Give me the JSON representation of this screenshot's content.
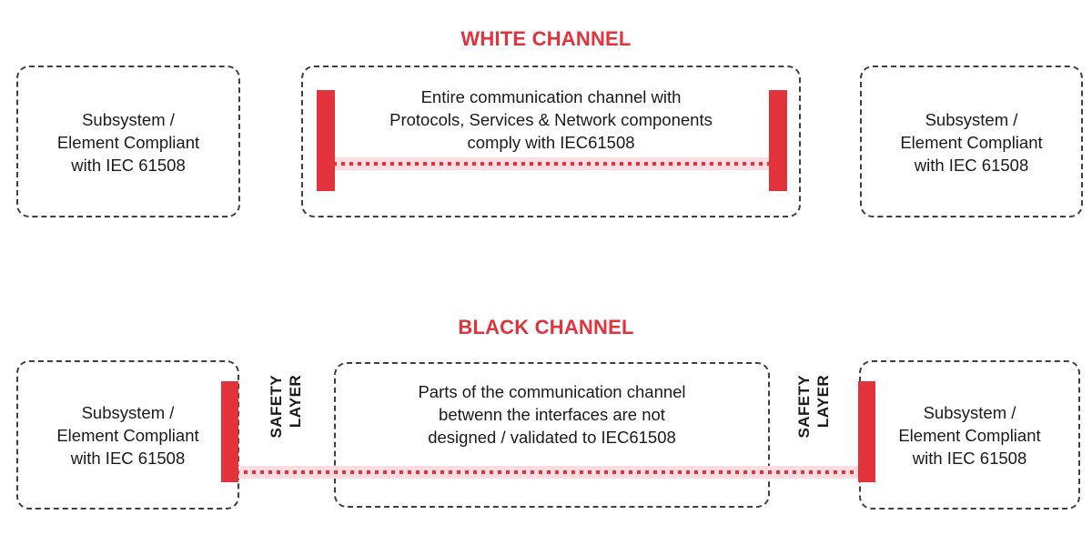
{
  "diagram": {
    "title_white": "WHITE CHANNEL",
    "title_black": "BLACK CHANNEL",
    "accent_color": "#e2323c",
    "line_band_color": "#fbdde1",
    "box_border_color": "#3f3f3f"
  },
  "white_channel": {
    "left_subsystem": "Subsystem /\nElement Compliant\nwith IEC 61508",
    "center_note": "Entire communication channel with\nProtocols, Services & Network components\ncomply with IEC61508",
    "right_subsystem": "Subsystem /\nElement Compliant\nwith IEC 61508"
  },
  "black_channel": {
    "left_subsystem": "Subsystem /\nElement Compliant\nwith IEC 61508",
    "center_note": "Parts of the communication channel\nbetwenn the interfaces are not\ndesigned / validated to IEC61508",
    "right_subsystem": "Subsystem /\nElement Compliant\nwith IEC 61508",
    "safety_layer_left_line1": "SAFETY",
    "safety_layer_left_line2": "LAYER",
    "safety_layer_right_line1": "SAFETY",
    "safety_layer_right_line2": "LAYER"
  }
}
